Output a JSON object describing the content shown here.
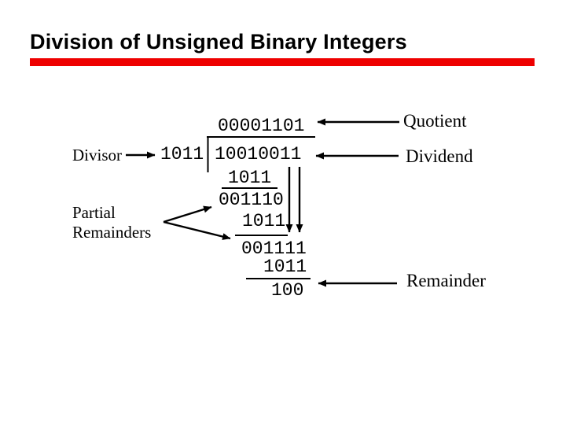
{
  "title": "Division of Unsigned Binary Integers",
  "accent_color": "#ee0000",
  "division": {
    "quotient": "00001101",
    "divisor": "1011",
    "dividend": "10010011",
    "steps": [
      "1011",
      "001110",
      "1011",
      "001111",
      "1011"
    ],
    "remainder": "100"
  },
  "labels": {
    "divisor": "Divisor",
    "dividend": "Dividend",
    "quotient": "Quotient",
    "remainder": "Remainder",
    "partial_line1": "Partial",
    "partial_line2": "Remainders"
  },
  "icons": {
    "arrow_right": "right-arrow",
    "arrow_left": "left-arrow",
    "arrow_down": "down-arrow"
  }
}
